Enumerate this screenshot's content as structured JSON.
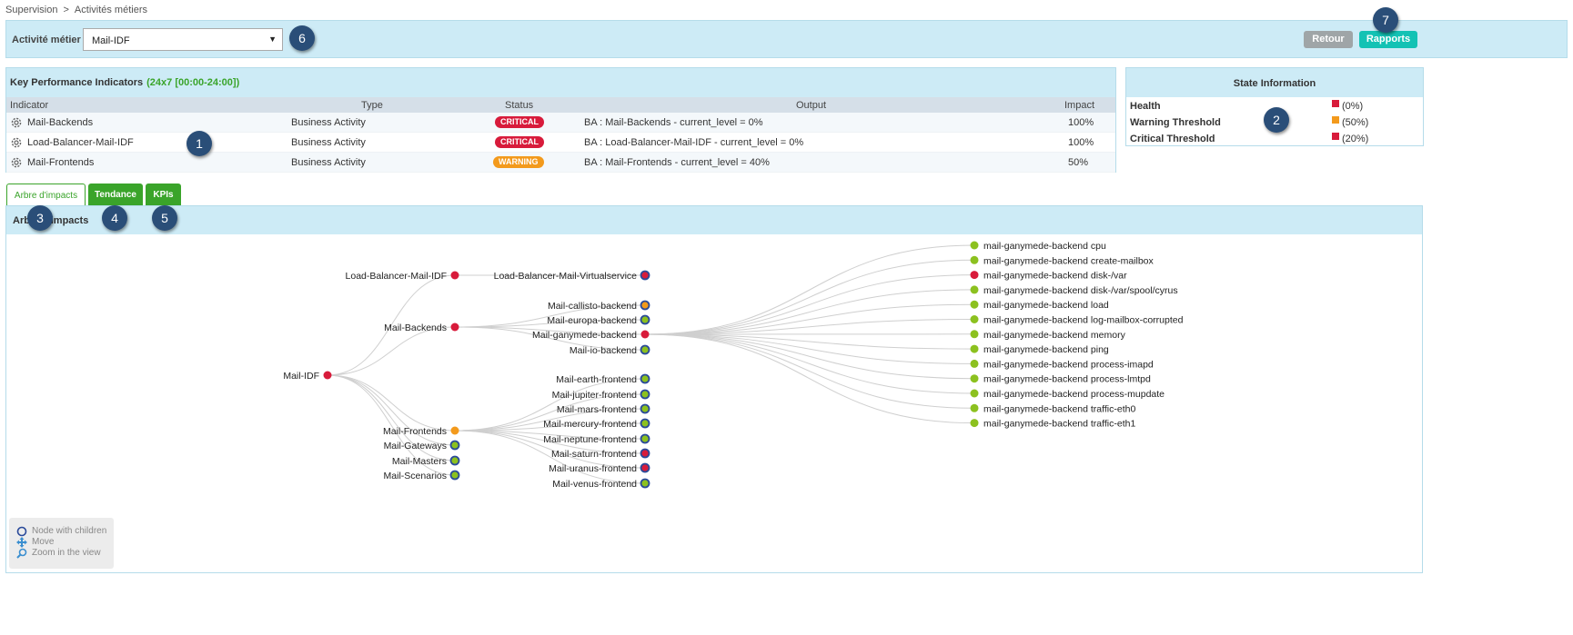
{
  "breadcrumb": {
    "root": "Supervision",
    "separator": ">",
    "current": "Activités métiers"
  },
  "toolbar": {
    "label": "Activité métier",
    "select_value": "Mail-IDF",
    "retour_label": "Retour",
    "rapports_label": "Rapports"
  },
  "kpi": {
    "title": "Key Performance Indicators",
    "schedule": "(24x7 [00:00-24:00])",
    "columns": {
      "indicator": "Indicator",
      "type": "Type",
      "status": "Status",
      "output": "Output",
      "impact": "Impact"
    },
    "rows": [
      {
        "indicator": "Mail-Backends",
        "type": "Business Activity",
        "status": "CRITICAL",
        "output": "BA : Mail-Backends - current_level = 0%",
        "impact": "100%"
      },
      {
        "indicator": "Load-Balancer-Mail-IDF",
        "type": "Business Activity",
        "status": "CRITICAL",
        "output": "BA : Load-Balancer-Mail-IDF - current_level = 0%",
        "impact": "100%"
      },
      {
        "indicator": "Mail-Frontends",
        "type": "Business Activity",
        "status": "WARNING",
        "output": "BA : Mail-Frontends - current_level = 40%",
        "impact": "50%"
      }
    ]
  },
  "state": {
    "title": "State Information",
    "rows": [
      {
        "label": "Health",
        "value": "(0%)",
        "color": "#d81b3b"
      },
      {
        "label": "Warning Threshold",
        "value": "(50%)",
        "color": "#f39a1c"
      },
      {
        "label": "Critical Threshold",
        "value": "(20%)",
        "color": "#d81b3b"
      }
    ]
  },
  "tabs": {
    "impact": "Arbre d'impacts",
    "tendance": "Tendance",
    "kpis": "KPIs"
  },
  "tree": {
    "title": "Arbre d'impacts",
    "root": "Mail-IDF",
    "level1": [
      {
        "name": "Load-Balancer-Mail-IDF",
        "state": "critical"
      },
      {
        "name": "Mail-Backends",
        "state": "critical"
      },
      {
        "name": "Mail-Frontends",
        "state": "warning"
      },
      {
        "name": "Mail-Gateways",
        "state": "ok-children"
      },
      {
        "name": "Mail-Masters",
        "state": "ok-children"
      },
      {
        "name": "Mail-Scenarios",
        "state": "ok-children"
      }
    ],
    "lb_children": [
      {
        "name": "Load-Balancer-Mail-Virtualservice",
        "state": "critical-children"
      }
    ],
    "backend_children": [
      {
        "name": "Mail-callisto-backend",
        "state": "warning-children"
      },
      {
        "name": "Mail-europa-backend",
        "state": "ok-children"
      },
      {
        "name": "Mail-ganymede-backend",
        "state": "critical"
      },
      {
        "name": "Mail-io-backend",
        "state": "ok-children"
      }
    ],
    "frontend_children": [
      {
        "name": "Mail-earth-frontend",
        "state": "ok-children"
      },
      {
        "name": "Mail-jupiter-frontend",
        "state": "ok-children"
      },
      {
        "name": "Mail-mars-frontend",
        "state": "ok-children"
      },
      {
        "name": "Mail-mercury-frontend",
        "state": "ok-children"
      },
      {
        "name": "Mail-neptune-frontend",
        "state": "ok-children"
      },
      {
        "name": "Mail-saturn-frontend",
        "state": "critical-children"
      },
      {
        "name": "Mail-uranus-frontend",
        "state": "critical-children"
      },
      {
        "name": "Mail-venus-frontend",
        "state": "ok-children"
      }
    ],
    "ganymede_services": [
      {
        "name": "mail-ganymede-backend cpu",
        "state": "ok"
      },
      {
        "name": "mail-ganymede-backend create-mailbox",
        "state": "ok"
      },
      {
        "name": "mail-ganymede-backend disk-/var",
        "state": "critical"
      },
      {
        "name": "mail-ganymede-backend disk-/var/spool/cyrus",
        "state": "ok"
      },
      {
        "name": "mail-ganymede-backend load",
        "state": "ok"
      },
      {
        "name": "mail-ganymede-backend log-mailbox-corrupted",
        "state": "ok"
      },
      {
        "name": "mail-ganymede-backend memory",
        "state": "ok"
      },
      {
        "name": "mail-ganymede-backend ping",
        "state": "ok"
      },
      {
        "name": "mail-ganymede-backend process-imapd",
        "state": "ok"
      },
      {
        "name": "mail-ganymede-backend process-lmtpd",
        "state": "ok"
      },
      {
        "name": "mail-ganymede-backend process-mupdate",
        "state": "ok"
      },
      {
        "name": "mail-ganymede-backend traffic-eth0",
        "state": "ok"
      },
      {
        "name": "mail-ganymede-backend traffic-eth1",
        "state": "ok"
      }
    ]
  },
  "legend": {
    "children": "Node with children",
    "move": "Move",
    "zoom": "Zoom in the view"
  },
  "callouts": [
    "1",
    "2",
    "3",
    "4",
    "5",
    "6",
    "7"
  ],
  "colors": {
    "critical": "#d81b3b",
    "warning": "#f39a1c",
    "ok": "#8cc11f",
    "ring": "#2a4a9a",
    "accent": "#3aa42a",
    "panel": "#cdebf6"
  }
}
